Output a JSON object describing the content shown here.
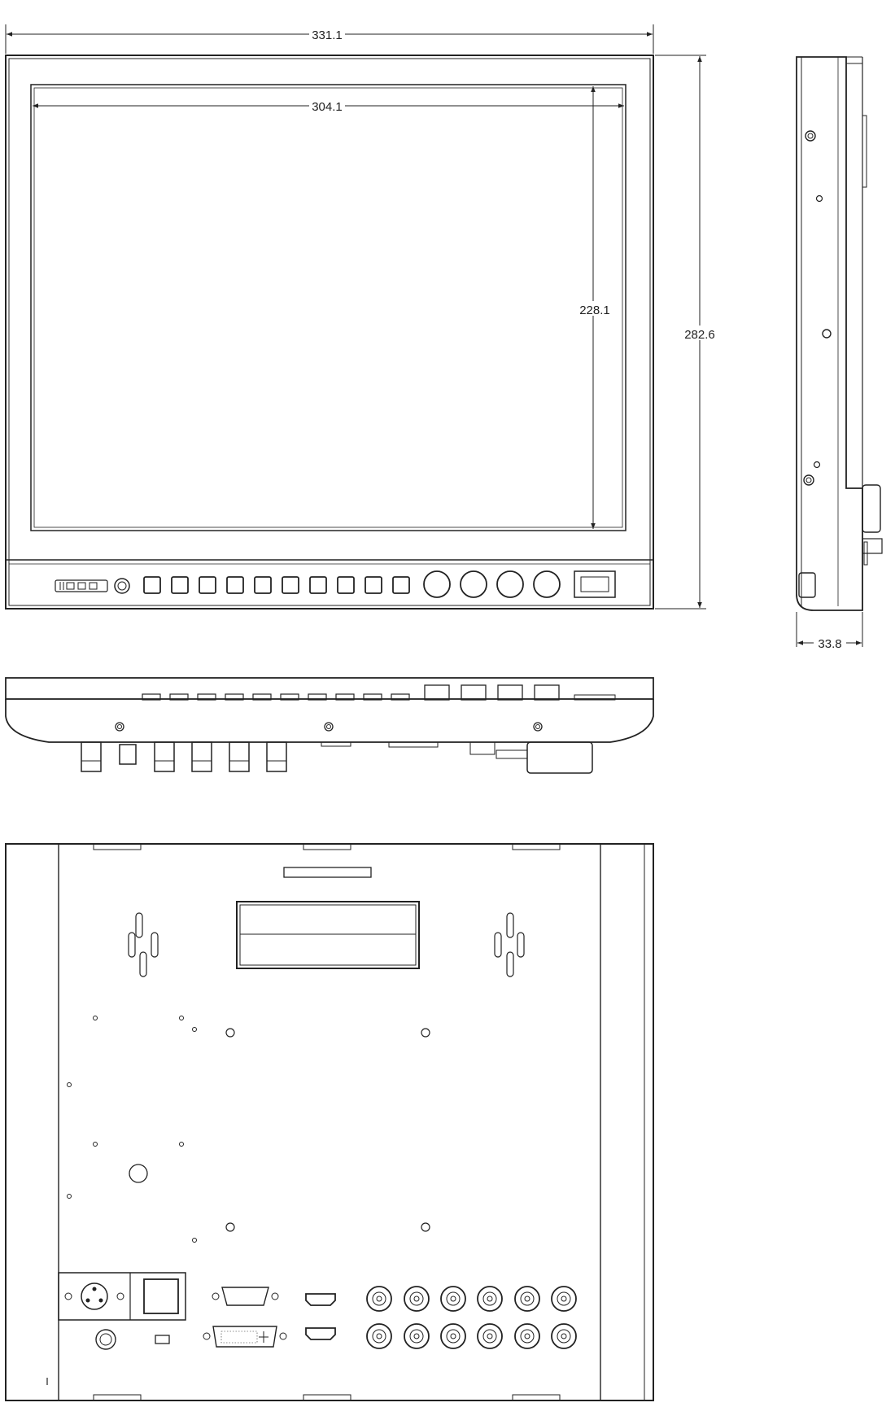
{
  "dimensions": {
    "overall_width": "331.1",
    "screen_width": "304.1",
    "screen_height": "228.1",
    "overall_height": "282.6",
    "depth": "33.8"
  },
  "views": {
    "front": {
      "control_buttons": 10,
      "rotary_knobs": 4
    },
    "top": {
      "bnc_connectors": 5
    },
    "rear": {
      "bnc_connectors": 12,
      "hdmi_ports": 2,
      "vga_ports": 1,
      "dvi_ports": 1
    }
  }
}
